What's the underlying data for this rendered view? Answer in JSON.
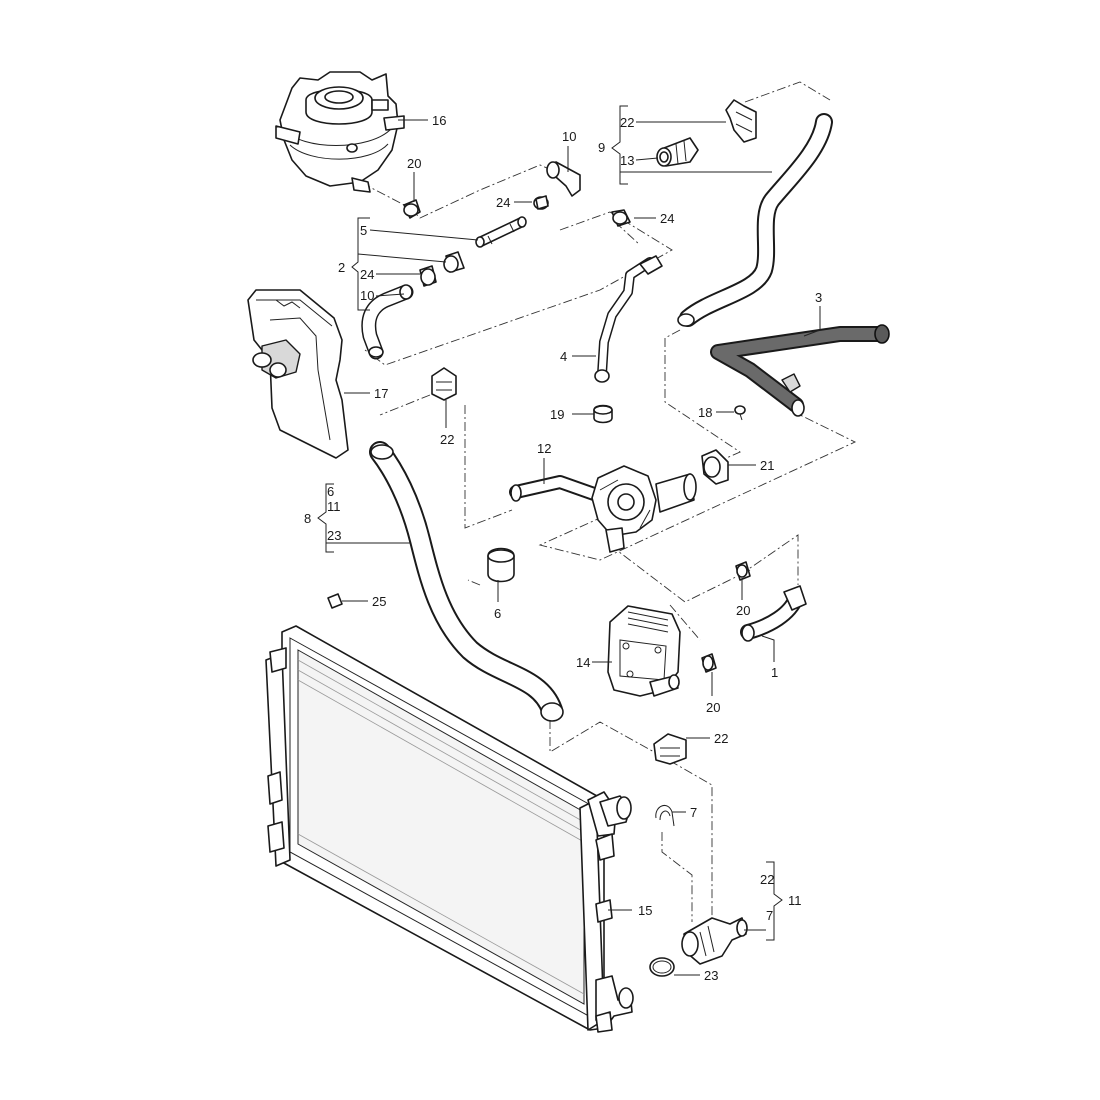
{
  "callouts": {
    "c16": "16",
    "c10a": "10",
    "c20a": "20",
    "c24a": "24",
    "c24b": "24",
    "c5": "5",
    "c2": "2",
    "c24c": "24",
    "c10b": "10",
    "c22a": "22",
    "c9": "9",
    "c13": "13",
    "c3": "3",
    "c4": "4",
    "c19": "19",
    "c18": "18",
    "c17": "17",
    "c22b": "22",
    "c12": "12",
    "c21": "21",
    "c6a": "6",
    "c11a": "11",
    "c8": "8",
    "c23a": "23",
    "c6b": "6",
    "c25": "25",
    "c20b": "20",
    "c14": "14",
    "c1": "1",
    "c20c": "20",
    "c22c": "22",
    "c7a": "7",
    "c15": "15",
    "c22d": "22",
    "c11b": "11",
    "c7b": "7",
    "c23b": "23"
  },
  "icons": {
    "expansion-tank": "coolant-expansion-tank-icon",
    "radiator": "radiator-icon",
    "thermostat-housing": "thermostat-housing-icon",
    "oil-cooler": "oil-cooler-icon"
  }
}
